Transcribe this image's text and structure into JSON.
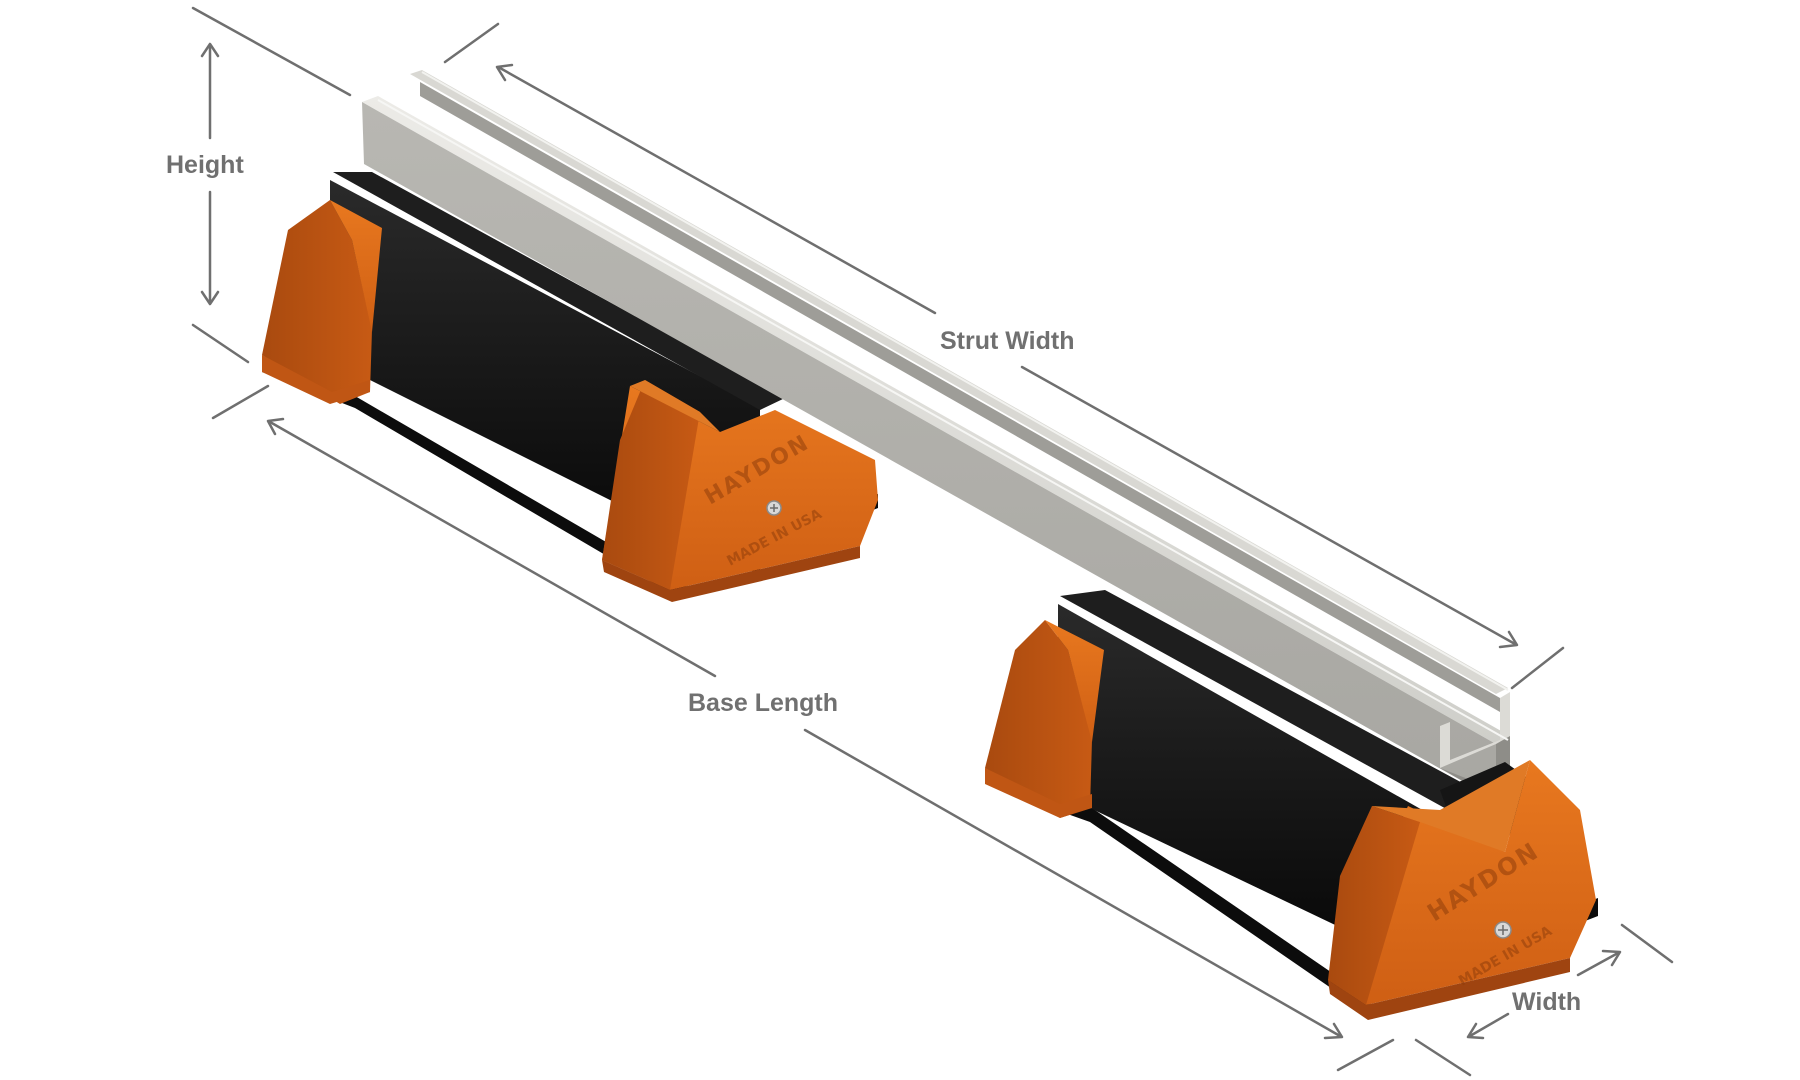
{
  "dimensions": {
    "height_label": "Height",
    "strut_width_label": "Strut Width",
    "base_length_label": "Base Length",
    "width_label": "Width"
  },
  "product": {
    "brand_emboss": "HAYDON",
    "origin_emboss": "MADE IN USA"
  },
  "colors": {
    "base_orange": "#d86a1c",
    "base_black": "#111111",
    "strut_gray": "#c8c8c4",
    "dimension_gray": "#6f6f6f"
  }
}
